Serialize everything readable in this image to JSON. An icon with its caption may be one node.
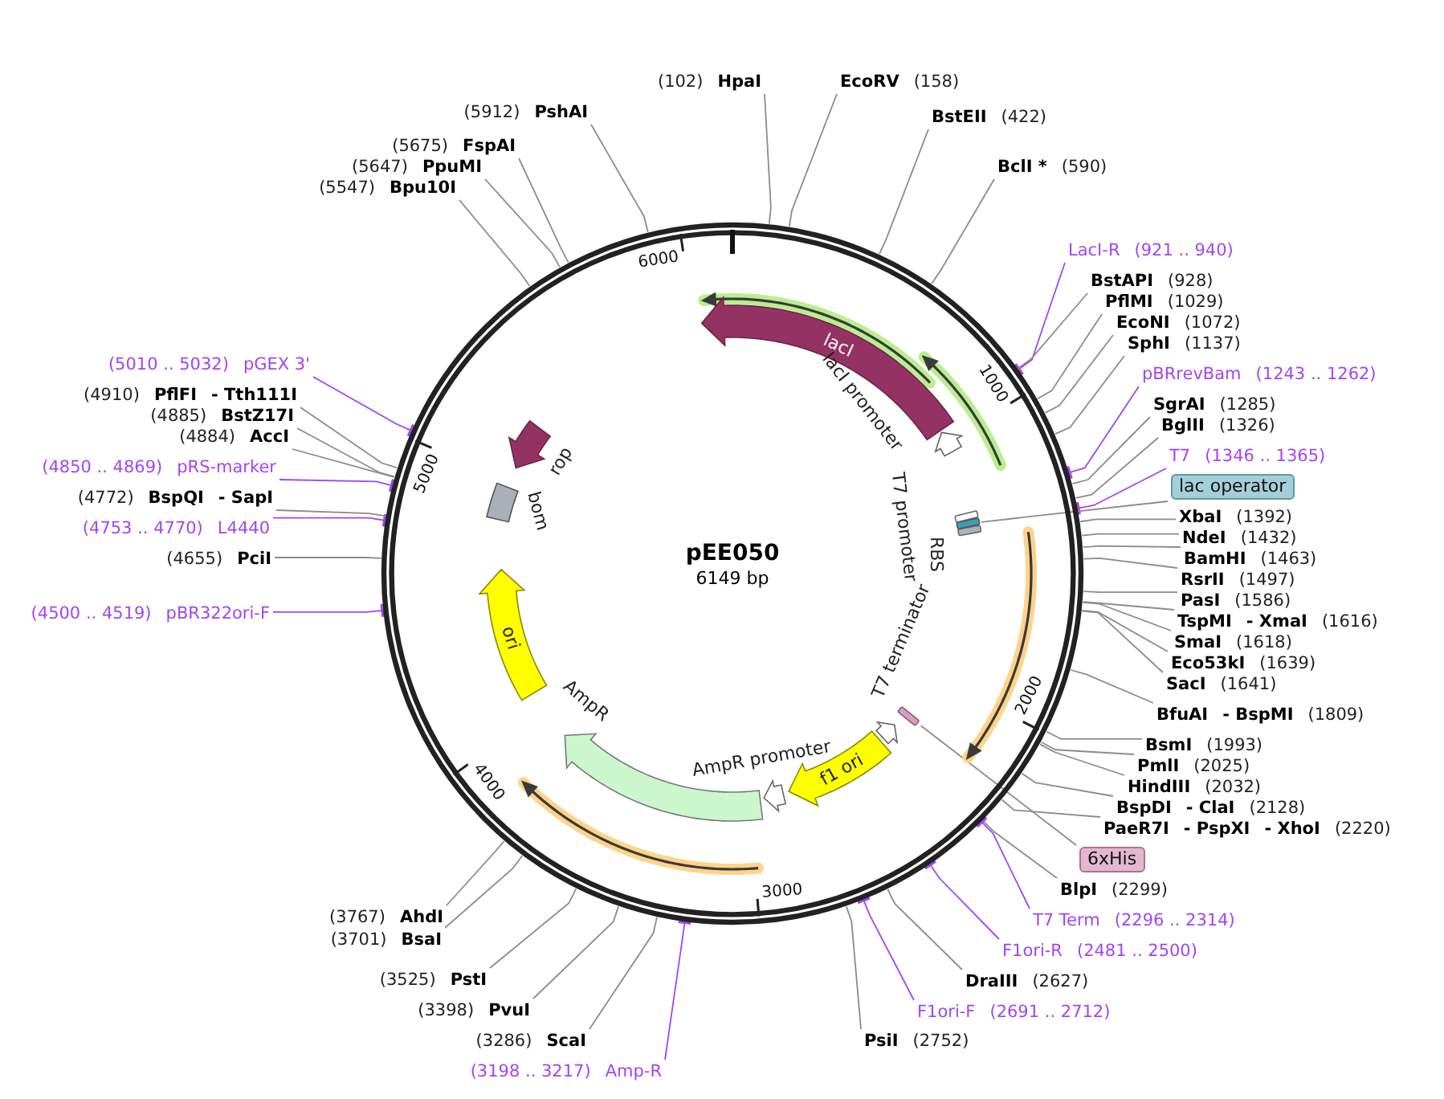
{
  "diagram": {
    "nodes": [
      {
        "text": [
          "pEE050",
          "6149 bp"
        ]
      },
      {
        "text": [
          "lacI"
        ],
        "in": 0
      },
      {
        "text": [
          "lacI promoter"
        ],
        "in": 0
      },
      {
        "text": [
          "T7 promoter"
        ],
        "in": 0
      },
      {
        "text": [
          "RBS"
        ],
        "in": 0
      },
      {
        "text": [
          "T7 terminator"
        ],
        "in": 0
      },
      {
        "text": [
          "f1 ori"
        ],
        "in": 0
      },
      {
        "text": [
          "AmpR promoter"
        ],
        "in": 0
      },
      {
        "text": [
          "AmpR"
        ],
        "in": 0
      },
      {
        "text": [
          "ori"
        ],
        "in": 0
      },
      {
        "text": [
          "bom"
        ],
        "in": 0
      },
      {
        "text": [
          "rop"
        ],
        "in": 0
      },
      {
        "text": [],
        "shape": "box",
        "in": 0
      },
      {
        "text": [],
        "shape": "box",
        "in": 0
      },
      {
        "text": [
          "(102)",
          "HpaI"
        ]
      },
      {
        "text": [
          "EcoRV",
          "(158)"
        ]
      },
      {
        "text": [
          "BstEII",
          "(422)"
        ]
      },
      {
        "text": [
          "BclI *",
          "(590)"
        ]
      },
      {
        "text": [
          "LacI-R",
          "(921 .. 940)"
        ]
      },
      {
        "text": [
          "BstAPI",
          "(928)"
        ]
      },
      {
        "text": [
          "PflMI",
          "(1029)"
        ]
      },
      {
        "text": [
          "EcoNI",
          "(1072)"
        ]
      },
      {
        "text": [
          "SphI",
          "(1137)"
        ]
      },
      {
        "text": [
          "pBRrevBam",
          "(1243 .. 1262)"
        ]
      },
      {
        "text": [
          "SgrAI",
          "(1285)"
        ]
      },
      {
        "text": [
          "BglII",
          "(1326)"
        ]
      },
      {
        "text": [
          "T7",
          "(1346 .. 1365)"
        ]
      },
      {
        "text": [
          "lac operator"
        ]
      },
      {
        "text": [
          "XbaI",
          "(1392)"
        ]
      },
      {
        "text": [
          "NdeI",
          "(1432)"
        ]
      },
      {
        "text": [
          "BamHI",
          "(1463)"
        ]
      },
      {
        "text": [
          "RsrII",
          "(1497)"
        ]
      },
      {
        "text": [
          "PasI",
          "(1586)"
        ]
      },
      {
        "text": [
          "TspMI",
          "- XmaI",
          "(1616)"
        ]
      },
      {
        "text": [
          "SmaI",
          "(1618)"
        ]
      },
      {
        "text": [
          "Eco53kI",
          "(1639)"
        ]
      },
      {
        "text": [
          "SacI",
          "(1641)"
        ]
      },
      {
        "text": [
          "BfuAI",
          "- BspMI",
          "(1809)"
        ]
      },
      {
        "text": [
          "BsmI",
          "(1993)"
        ]
      },
      {
        "text": [
          "PmlI",
          "(2025)"
        ]
      },
      {
        "text": [
          "HindIII",
          "(2032)"
        ]
      },
      {
        "text": [
          "BspDI",
          "- ClaI",
          "(2128)"
        ]
      },
      {
        "text": [
          "PaeR7I",
          "- PspXI",
          "- XhoI",
          "(2220)"
        ]
      },
      {
        "text": [
          "6xHis"
        ]
      },
      {
        "text": [
          "BlpI",
          "(2299)"
        ]
      },
      {
        "text": [
          "T7 Term",
          "(2296 .. 2314)"
        ]
      },
      {
        "text": [
          "F1ori-R",
          "(2481 .. 2500)"
        ]
      },
      {
        "text": [
          "DraIII",
          "(2627)"
        ]
      },
      {
        "text": [
          "F1ori-F",
          "(2691 .. 2712)"
        ]
      },
      {
        "text": [
          "PsiI",
          "(2752)"
        ]
      },
      {
        "text": [
          "(3198 .. 3217)",
          "Amp-R"
        ]
      },
      {
        "text": [
          "(3286)",
          "ScaI"
        ]
      },
      {
        "text": [
          "(3398)",
          "PvuI"
        ]
      },
      {
        "text": [
          "(3525)",
          "PstI"
        ]
      },
      {
        "text": [
          "(3701)",
          "BsaI"
        ]
      },
      {
        "text": [
          "(3767)",
          "AhdI"
        ]
      },
      {
        "text": [
          "(4500 .. 4519)",
          "pBR322ori-F"
        ]
      },
      {
        "text": [
          "(4655)",
          "PciI"
        ]
      },
      {
        "text": [
          "(4753 .. 4770)",
          "L4440"
        ]
      },
      {
        "text": [
          "(4772)",
          "BspQI",
          "- SapI"
        ]
      },
      {
        "text": [
          "(4850 .. 4869)",
          "pRS-marker"
        ]
      },
      {
        "text": [
          "(4884)",
          "AccI"
        ]
      },
      {
        "text": [
          "(4885)",
          "BstZ17I"
        ]
      },
      {
        "text": [
          "(4910)",
          "PflFI",
          "- Tth111I"
        ]
      },
      {
        "text": [
          "(5010 .. 5032)",
          "pGEX 3'"
        ]
      },
      {
        "text": [
          "(5547)",
          "Bpu10I"
        ]
      },
      {
        "text": [
          "(5647)",
          "PpuMI"
        ]
      },
      {
        "text": [
          "(5675)",
          "FspAI"
        ]
      },
      {
        "text": [
          "(5912)",
          "PshAI"
        ]
      }
    ],
    "edges": [
      {
        "from": 14,
        "to": 0,
        "arrow": "none"
      },
      {
        "from": 15,
        "to": 0,
        "arrow": "none"
      },
      {
        "from": 16,
        "to": 0,
        "arrow": "none"
      },
      {
        "from": 17,
        "to": 0,
        "arrow": "none"
      },
      {
        "from": 18,
        "to": 0,
        "arrow": "other",
        "color": "#a346f0"
      },
      {
        "from": 19,
        "to": 0,
        "arrow": "none"
      },
      {
        "from": 20,
        "to": 0,
        "arrow": "none"
      },
      {
        "from": 21,
        "to": 0,
        "arrow": "none"
      },
      {
        "from": 22,
        "to": 0,
        "arrow": "none"
      },
      {
        "from": 23,
        "to": 0,
        "arrow": "other",
        "color": "#a346f0"
      },
      {
        "from": 24,
        "to": 0,
        "arrow": "none"
      },
      {
        "from": 25,
        "to": 0,
        "arrow": "none"
      },
      {
        "from": 26,
        "to": 0,
        "arrow": "other",
        "color": "#a346f0"
      },
      {
        "from": 27,
        "to": 12,
        "arrow": "none"
      },
      {
        "from": 28,
        "to": 0,
        "arrow": "none"
      },
      {
        "from": 29,
        "to": 0,
        "arrow": "none"
      },
      {
        "from": 30,
        "to": 0,
        "arrow": "none"
      },
      {
        "from": 31,
        "to": 0,
        "arrow": "none"
      },
      {
        "from": 32,
        "to": 0,
        "arrow": "none"
      },
      {
        "from": 33,
        "to": 0,
        "arrow": "none"
      },
      {
        "from": 34,
        "to": 0,
        "arrow": "none"
      },
      {
        "from": 35,
        "to": 0,
        "arrow": "none"
      },
      {
        "from": 36,
        "to": 0,
        "arrow": "none"
      },
      {
        "from": 37,
        "to": 0,
        "arrow": "none"
      },
      {
        "from": 38,
        "to": 0,
        "arrow": "none"
      },
      {
        "from": 39,
        "to": 0,
        "arrow": "none"
      },
      {
        "from": 40,
        "to": 0,
        "arrow": "none"
      },
      {
        "from": 41,
        "to": 0,
        "arrow": "none"
      },
      {
        "from": 42,
        "to": 0,
        "arrow": "none"
      },
      {
        "from": 43,
        "to": 13,
        "arrow": "none"
      },
      {
        "from": 44,
        "to": 0,
        "arrow": "none"
      },
      {
        "from": 45,
        "to": 0,
        "arrow": "other",
        "color": "#a346f0"
      },
      {
        "from": 46,
        "to": 0,
        "arrow": "other",
        "color": "#a346f0"
      },
      {
        "from": 47,
        "to": 0,
        "arrow": "none"
      },
      {
        "from": 48,
        "to": 0,
        "arrow": "other",
        "color": "#a346f0"
      },
      {
        "from": 49,
        "to": 0,
        "arrow": "none"
      },
      {
        "from": 50,
        "to": 0,
        "arrow": "other",
        "color": "#a346f0"
      },
      {
        "from": 51,
        "to": 0,
        "arrow": "none"
      },
      {
        "from": 52,
        "to": 0,
        "arrow": "none"
      },
      {
        "from": 53,
        "to": 0,
        "arrow": "none"
      },
      {
        "from": 54,
        "to": 0,
        "arrow": "none"
      },
      {
        "from": 55,
        "to": 0,
        "arrow": "none"
      },
      {
        "from": 56,
        "to": 0,
        "arrow": "other",
        "color": "#a346f0"
      },
      {
        "from": 57,
        "to": 0,
        "arrow": "none"
      },
      {
        "from": 58,
        "to": 0,
        "arrow": "other",
        "color": "#a346f0"
      },
      {
        "from": 59,
        "to": 0,
        "arrow": "none"
      },
      {
        "from": 60,
        "to": 0,
        "arrow": "other",
        "color": "#a346f0"
      },
      {
        "from": 61,
        "to": 0,
        "arrow": "none"
      },
      {
        "from": 62,
        "to": 0,
        "arrow": "none"
      },
      {
        "from": 63,
        "to": 0,
        "arrow": "none"
      },
      {
        "from": 64,
        "to": 0,
        "arrow": "other",
        "color": "#a346f0"
      },
      {
        "from": 65,
        "to": 0,
        "arrow": "none"
      },
      {
        "from": 66,
        "to": 0,
        "arrow": "none"
      },
      {
        "from": 67,
        "to": 0,
        "arrow": "none"
      },
      {
        "from": 68,
        "to": 0,
        "arrow": "none"
      }
    ],
    "labels": [
      "1000",
      "2000",
      "3000",
      "4000",
      "5000",
      "6000"
    ]
  }
}
